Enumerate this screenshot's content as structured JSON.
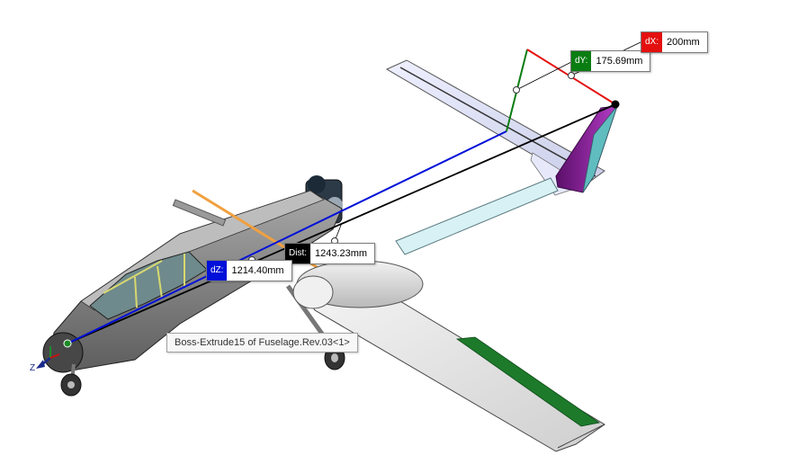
{
  "measurement": {
    "dist": {
      "key": "Dist:",
      "value": "1243.23mm"
    },
    "dz": {
      "key": "dZ:",
      "value": "1214.40mm"
    },
    "dy": {
      "key": "dY:",
      "value": "175.69mm"
    },
    "dx": {
      "key": "dX:",
      "value": "200mm"
    }
  },
  "tooltip": {
    "text": "Boss-Extrude15 of Fuselage.Rev.03<1>"
  },
  "triad": {
    "axis_label": "Z"
  },
  "colors": {
    "dist_line": "#000000",
    "dz_line": "#0010d8",
    "dy_line": "#0a7d12",
    "dx_line": "#e41010",
    "fuselage": "#8a8a8a",
    "wing": "#e9e9e9",
    "tail_fin": "#8b1f9a",
    "aileron_stripe": "#1d7a2a",
    "boom": "#d8f1f4"
  }
}
